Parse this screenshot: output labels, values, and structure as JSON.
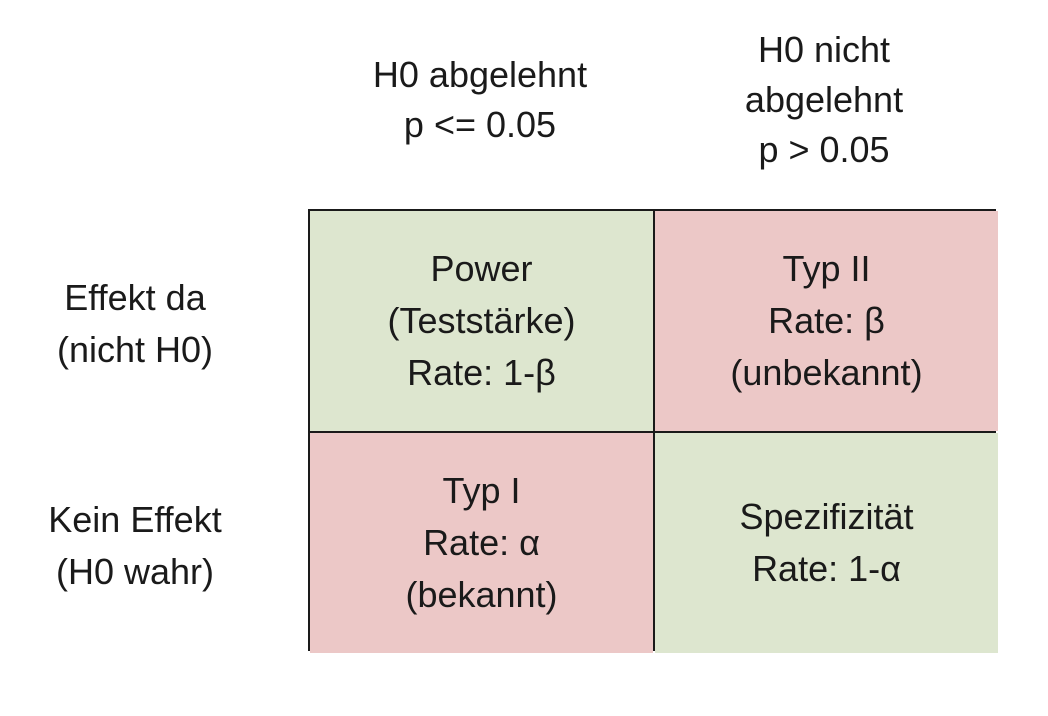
{
  "columns": [
    {
      "lines": [
        "H0 abgelehnt",
        "p <= 0.05"
      ]
    },
    {
      "lines": [
        "H0 nicht",
        "abgelehnt",
        "p > 0.05"
      ]
    }
  ],
  "rows": [
    {
      "lines": [
        "Effekt da",
        "(nicht H0)"
      ]
    },
    {
      "lines": [
        "Kein Effekt",
        "(H0 wahr)"
      ]
    }
  ],
  "cells": [
    {
      "lines": [
        "Power",
        "(Teststärke)",
        "Rate: 1-β"
      ],
      "color": "#dde6cf"
    },
    {
      "lines": [
        "Typ II",
        "Rate: β",
        "(unbekannt)"
      ],
      "color": "#ecc8c7"
    },
    {
      "lines": [
        "Typ I",
        "Rate: α",
        "(bekannt)"
      ],
      "color": "#ecc8c7"
    },
    {
      "lines": [
        "Spezifizität",
        "Rate: 1-α"
      ],
      "color": "#dde6cf"
    }
  ],
  "colors": {
    "correct": "#dde6cf",
    "error": "#ecc8c7",
    "border": "#1a1a1a"
  }
}
